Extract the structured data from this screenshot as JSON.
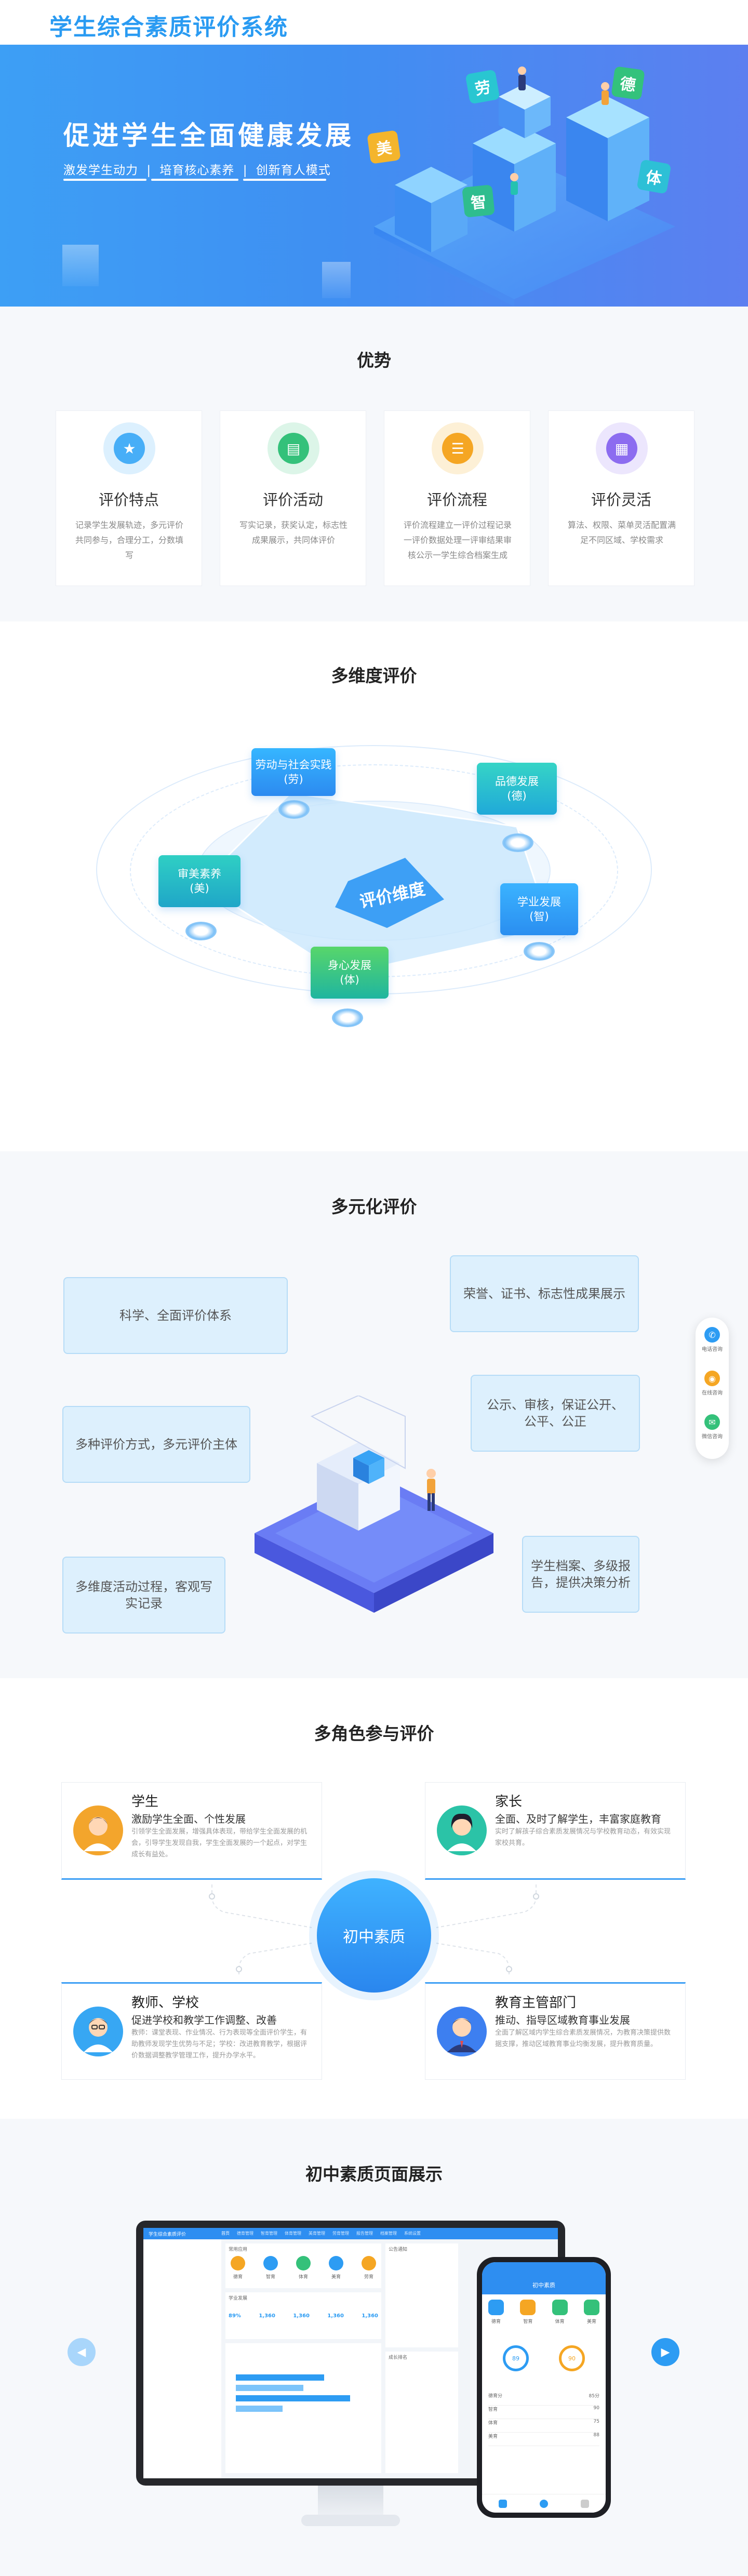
{
  "header": {
    "logo": "学生综合素质评价系统"
  },
  "hero": {
    "title": "促进学生全面健康发展",
    "tags": [
      "激发学生动力",
      "培育核心素养",
      "创新育人模式"
    ],
    "separator": "|",
    "badges": [
      "劳",
      "德",
      "美",
      "智",
      "体"
    ]
  },
  "advantages": {
    "title": "优势",
    "cards": [
      {
        "title": "评价特点",
        "desc": "记录学生发展轨迹，多元评价共同参与，合理分工，分数填写",
        "icon": "star-icon",
        "color": "#47aef7"
      },
      {
        "title": "评价活动",
        "desc": "写实记录，获奖认定，标志性成果展示，共同体评价",
        "icon": "id-card-icon",
        "color": "#34c17a"
      },
      {
        "title": "评价流程",
        "desc": "评价流程建立一评价过程记录一评价数据处理一评审结果审核公示一学生综合档案生成",
        "icon": "server-icon",
        "color": "#f5a623"
      },
      {
        "title": "评价灵活",
        "desc": "算法、权限、菜单灵活配置满足不同区域、学校需求",
        "icon": "document-icon",
        "color": "#8c6cf0"
      }
    ]
  },
  "multidim": {
    "title": "多维度评价",
    "center": "评价维度",
    "labels": [
      {
        "line1": "劳动与社会实践",
        "line2": "(劳)"
      },
      {
        "line1": "品德发展",
        "line2": "(德)"
      },
      {
        "line1": "审美素养",
        "line2": "(美)"
      },
      {
        "line1": "学业发展",
        "line2": "(智)"
      },
      {
        "line1": "身心发展",
        "line2": "(体)"
      }
    ]
  },
  "diversified": {
    "title": "多元化评价",
    "boxes": [
      "科学、全面评价体系",
      "荣誉、证书、标志性成果展示",
      "多种评价方式，多元评价主体",
      "公示、审核，保证公开、公平、公正",
      "多维度活动过程，客观写实记录",
      "学生档案、多级报告，提供决策分析"
    ]
  },
  "roles": {
    "title": "多角色参与评价",
    "center": "初中素质",
    "items": [
      {
        "name": "学生",
        "sub": "激励学生全面、个性发展",
        "desc": "引领学生全面发展，增强具体表现，带给学生全面发展的机会，引导学生发现自我，学生全面发展的一个起点，对学生成长有益处。"
      },
      {
        "name": "家长",
        "sub": "全面、及时了解学生，丰富家庭教育",
        "desc": "实时了解孩子综合素质发展情况与学校教育动态，有效实现家校共育。"
      },
      {
        "name": "教师、学校",
        "sub": "促进学校和教学工作调整、改善",
        "desc": "教师：课堂表现、作业情况、行为表现等全面评价学生，有助教师发现学生优势与不足；学校：改进教育教学，根据评价数据调整教学管理工作，提升办学水平。"
      },
      {
        "name": "教育主管部门",
        "sub": "推动、指导区域教育事业发展",
        "desc": "全面了解区域内学生综合素质发展情况，为教育决策提供数据支撑，推动区域教育事业均衡发展，提升教育质量。"
      }
    ]
  },
  "showcase": {
    "title": "初中素质页面展示",
    "desktop": {
      "app_title": "学生综合素质评价",
      "nav": [
        "首页",
        "德育管理",
        "智育管理",
        "体育管理",
        "美育管理",
        "劳育管理",
        "报告管理",
        "档案管理",
        "系统设置"
      ],
      "quick_title": "常用应用",
      "apps": [
        "德育",
        "智育",
        "体育",
        "美育",
        "劳育"
      ],
      "stat_title": "学业发展",
      "stats": [
        "89%",
        "1,360",
        "1,360",
        "1,360",
        "1,360"
      ],
      "notice_title": "公告通知",
      "rank_title": "成长排名"
    },
    "phone": {
      "title": "初中素质",
      "apps": [
        "德育",
        "智育",
        "体育",
        "美育"
      ],
      "gauges": [
        "89",
        "90"
      ],
      "rows": [
        {
          "k": "德育分",
          "v": "85分"
        },
        {
          "k": "智育",
          "v": "90"
        },
        {
          "k": "体育",
          "v": "75"
        },
        {
          "k": "美育",
          "v": "88"
        }
      ]
    }
  },
  "floating": {
    "items": [
      "电话咨询",
      "在线咨询",
      "微信咨询"
    ]
  },
  "colors": {
    "primary": "#3d9ff5",
    "purple": "#6e6cf2"
  }
}
